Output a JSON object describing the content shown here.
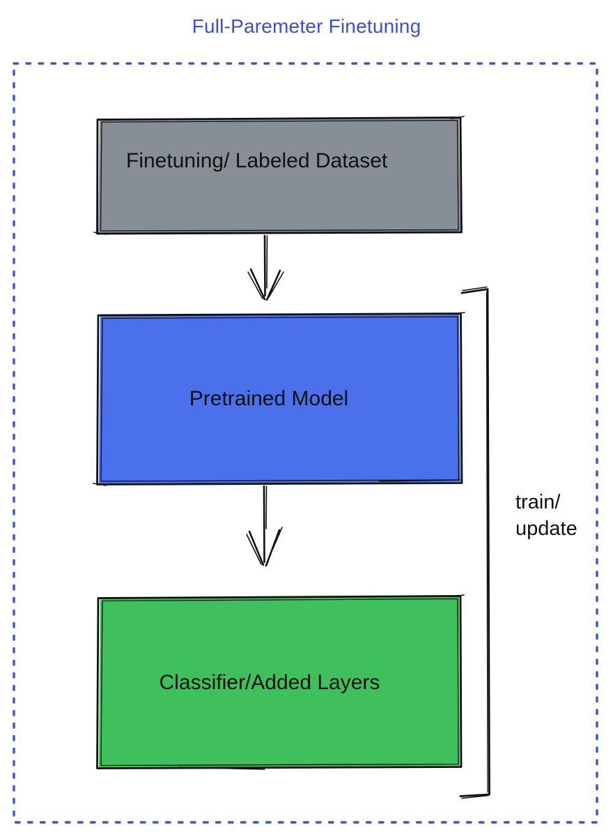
{
  "diagram": {
    "title": "Full-Paremeter Finetuning",
    "nodes": [
      {
        "id": "finetuning-dataset",
        "label": "Finetuning/ Labeled Dataset",
        "fill": "#878e96"
      },
      {
        "id": "pretrained-model",
        "label": "Pretrained Model",
        "fill": "#4a70ec"
      },
      {
        "id": "classifier-added-layers",
        "label": "Classifier/Added Layers",
        "fill": "#40c05c"
      }
    ],
    "edges": [
      {
        "from": "finetuning-dataset",
        "to": "pretrained-model",
        "type": "arrow-down"
      },
      {
        "from": "pretrained-model",
        "to": "classifier-added-layers",
        "type": "arrow-down"
      }
    ],
    "annotations": {
      "train_update": "train/\nupdate"
    },
    "colors": {
      "title_text": "#3a4fd6",
      "frame_border": "#3c52d2",
      "node_dataset_fill": "#878e96",
      "node_model_fill": "#4a70ec",
      "node_classifier_fill": "#40c05c",
      "sketch_stroke": "#111111",
      "label_text": "#111111",
      "background": "#ffffff"
    }
  }
}
